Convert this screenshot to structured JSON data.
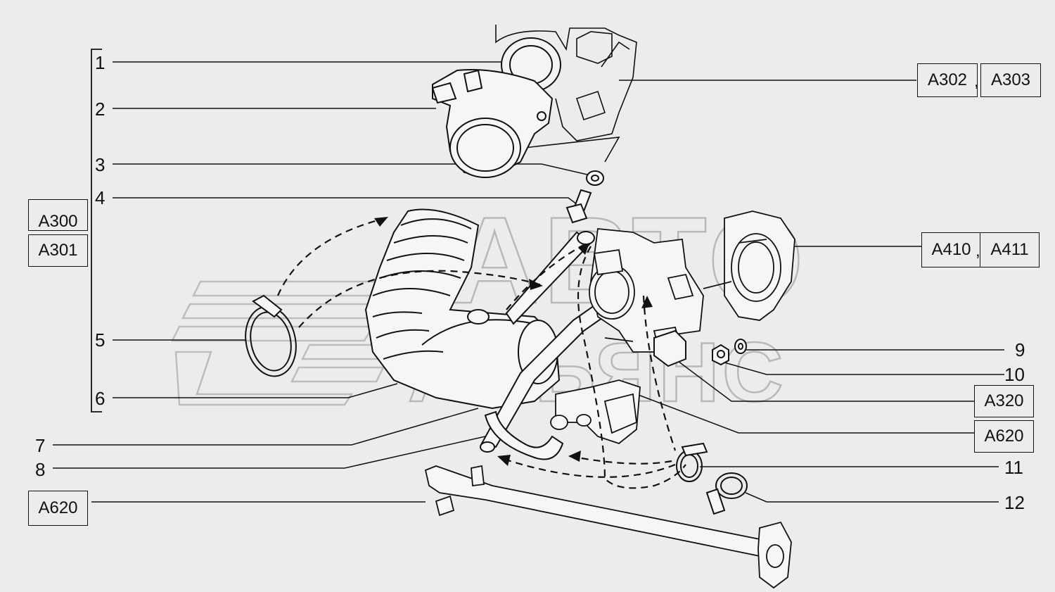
{
  "watermark": {
    "line1": "АВТО",
    "line2": "АЛЬЯНС"
  },
  "callouts": {
    "n1": "1",
    "n2": "2",
    "n3": "3",
    "n4": "4",
    "n5": "5",
    "n6": "6",
    "n7": "7",
    "n8": "8",
    "n9": "9",
    "n10": "10",
    "n11": "11",
    "n12": "12"
  },
  "refs": {
    "a300": "A300",
    "a301": "A301",
    "a302": "A302",
    "a303": "A303",
    "a410": "A410",
    "a411": "A411",
    "a320": "A320",
    "a620_right": "A620",
    "a620_left": "A620"
  },
  "separators": {
    "comma": ","
  }
}
